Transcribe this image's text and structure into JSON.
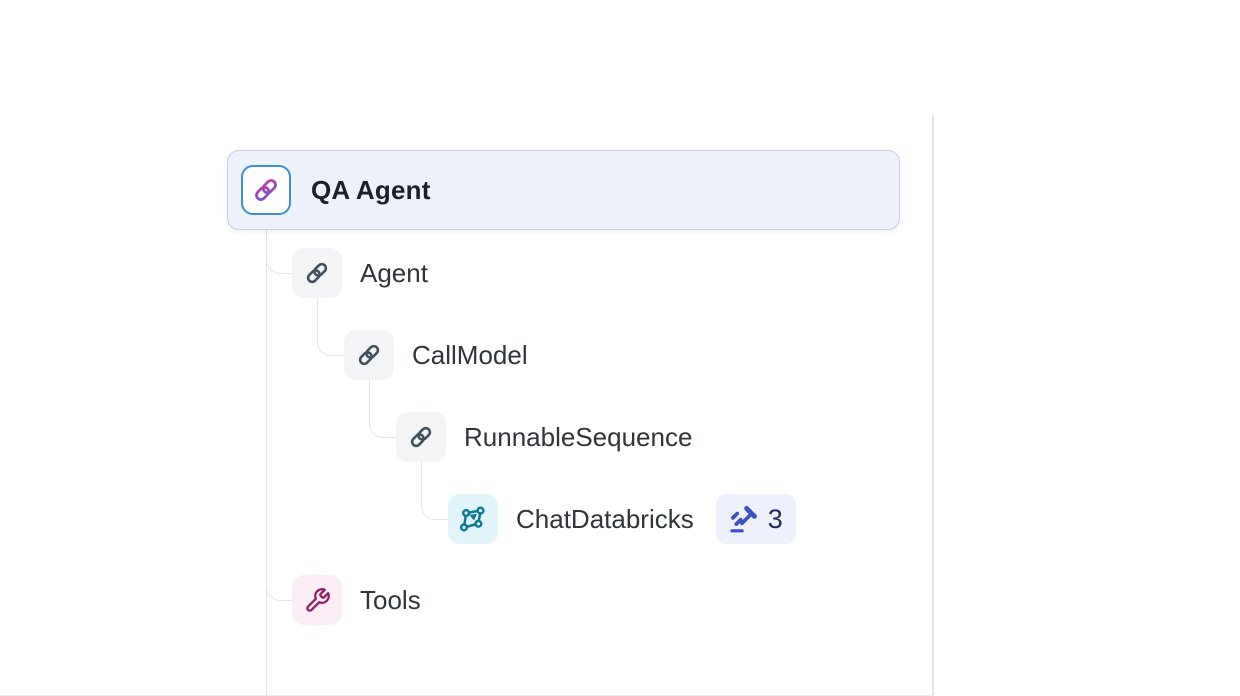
{
  "colors": {
    "selected_row_bg": "#edf1fa",
    "selected_row_border": "#c7d0e1",
    "selected_icon_border": "#3e8edd",
    "chain_icon": "#41505c",
    "chain_gradient_start": "#7c52c7",
    "chain_gradient_end": "#c13ba4",
    "icon_tile_bg": "#f2f4f6",
    "model_icon": "#0e7a93",
    "model_tile_bg": "#e0f4f9",
    "wrench_icon": "#8c2166",
    "wrench_tile_bg": "#fbedf6",
    "badge_bg": "#eef1fc",
    "badge_text": "#1e2b5e",
    "gavel_icon": "#3c53c7",
    "label_text": "#2f353b",
    "connector": "#e3e4e8",
    "divider": "#e1e2e6"
  },
  "trace_tree": {
    "root": {
      "label": "QA Agent",
      "icon": "chain-link-icon",
      "selected": true
    },
    "nodes": [
      {
        "label": "Agent",
        "icon": "chain-link-icon",
        "depth": 1
      },
      {
        "label": "CallModel",
        "icon": "chain-link-icon",
        "depth": 2
      },
      {
        "label": "RunnableSequence",
        "icon": "chain-link-icon",
        "depth": 3
      },
      {
        "label": "ChatDatabricks",
        "icon": "model-graph-icon",
        "depth": 4,
        "assessment_count": "3",
        "assessment_icon": "gavel-icon"
      },
      {
        "label": "Tools",
        "icon": "wrench-icon",
        "depth": 1
      }
    ]
  }
}
